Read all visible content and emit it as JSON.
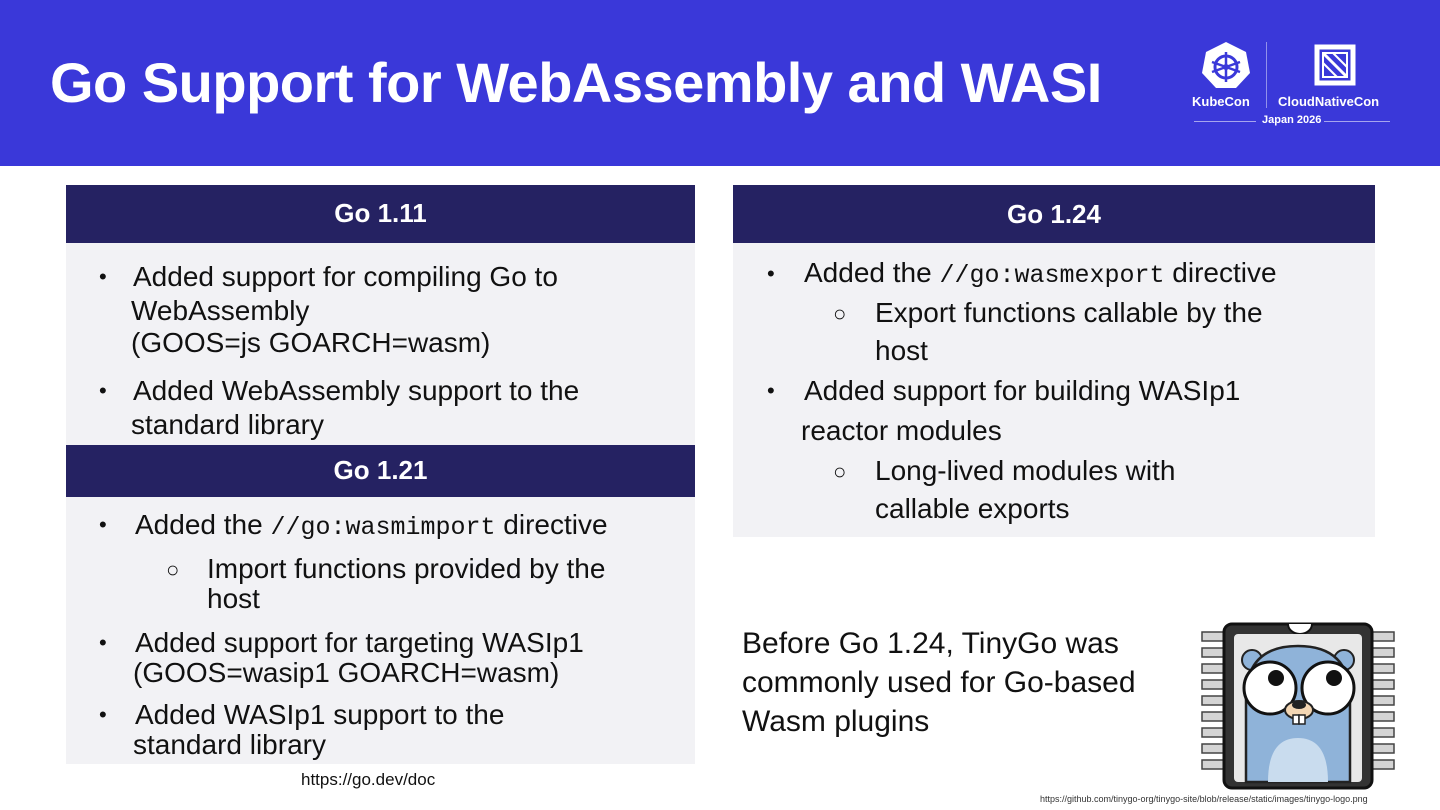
{
  "title": "Go Support for WebAssembly and WASI",
  "logo": {
    "kubecon": "KubeCon",
    "cloudnativecon": "CloudNativeCon",
    "event": "Japan 2026"
  },
  "go111": {
    "heading": "Go 1.11",
    "b1_l1": "Added support for compiling Go to",
    "b1_l2": "WebAssembly",
    "b1_l3": "(GOOS=js GOARCH=wasm)",
    "b2_l1": "Added WebAssembly support to the",
    "b2_l2": "standard library"
  },
  "go121": {
    "heading": "Go 1.21",
    "b1_pre": "Added the ",
    "b1_code": "//go:wasmimport",
    "b1_post": " directive",
    "s1_l1": "Import functions provided by the",
    "s1_l2": "host",
    "b2_l1": "Added support for targeting WASIp1",
    "b2_l2": "(GOOS=wasip1 GOARCH=wasm)",
    "b3_l1": "Added WASIp1 support to the",
    "b3_l2": "standard library"
  },
  "go124": {
    "heading": "Go 1.24",
    "b1_pre": "Added the ",
    "b1_code": "//go:wasmexport",
    "b1_post": " directive",
    "s1_l1": "Export functions callable by the",
    "s1_l2": "host",
    "b2_l1": "Added support for building WASIp1",
    "b2_l2": "reactor modules",
    "s2_l1": "Long-lived modules with",
    "s2_l2": "callable exports"
  },
  "note": {
    "l1": "Before Go 1.24, TinyGo was",
    "l2": "commonly used for Go-based",
    "l3": "Wasm plugins"
  },
  "source": "https://go.dev/doc",
  "image_source": "https://github.com/tinygo-org/tinygo-site/blob/release/static/images/tinygo-logo.png",
  "glyphs": {
    "bullet": "•",
    "sub_bullet": "○"
  },
  "colors": {
    "header_bg": "#3a38d9",
    "panel_head": "#252262",
    "panel_bg": "#f2f2f5"
  }
}
